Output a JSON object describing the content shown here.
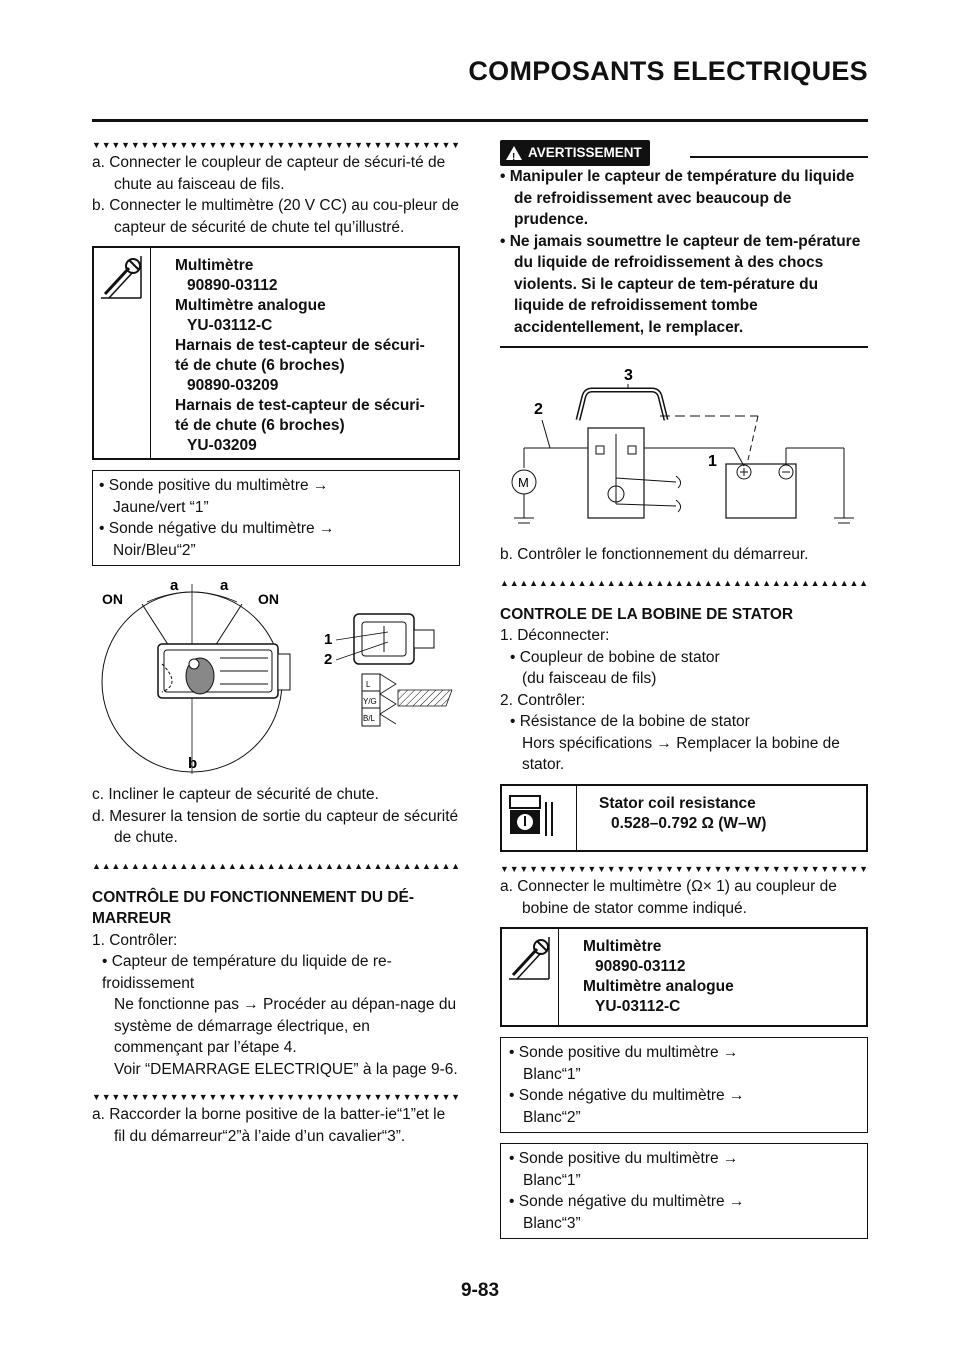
{
  "header": {
    "title": "COMPOSANTS ELECTRIQUES"
  },
  "left": {
    "stepsA": [
      "a. Connecter le coupleur de capteur de sécuri-té de chute au faisceau de fils.",
      "b. Connecter le multimètre (20 V CC) au cou-pleur de capteur de sécurité de chute tel qu’illustré."
    ],
    "tool1": [
      "Multimètre",
      "90890-03112",
      "Multimètre analogue",
      "YU-03112-C",
      "Harnais de test-capteur de sécuri-",
      "té de chute (6 broches)",
      "90890-03209",
      "Harnais de test-capteur de sécuri-",
      "té de chute (6 broches)",
      "YU-03209"
    ],
    "probe1": [
      "• Sonde positive du multimètre →",
      "Jaune/vert “1”",
      "• Sonde négative du multimètre →",
      "Noir/Bleu“2”"
    ],
    "fig1": {
      "on_left": "ON",
      "a_left": "a",
      "a_right": "a",
      "on_right": "ON",
      "b": "b",
      "n1": "1",
      "n2": "2",
      "wire_l": "L",
      "wire_yg": "Y/G",
      "wire_bl": "B/L"
    },
    "stepsB": [
      "c. Incliner le capteur de sécurité de chute.",
      "d. Mesurer la tension de sortie du capteur de sécurité de chute."
    ],
    "section": "CONTRÔLE DU FONCTIONNEMENT DU DÉ-MARREUR",
    "check": [
      "1. Contrôler:",
      "• Capteur de température du liquide de re-froidissement",
      "Ne fonctionne pas → Procéder au dépan-nage du système de démarrage électrique, en commençant par l’étape 4.",
      "Voir “DEMARRAGE ELECTRIQUE” à la page 9-6."
    ],
    "stepA2": "a. Raccorder la borne positive de la batter-ie“1”et le fil du démarreur“2”à l’aide d’un cavalier“3”."
  },
  "right": {
    "warning_label": "AVERTISSEMENT",
    "warning": [
      "• Manipuler le capteur de température du liquide de refroidissement avec beaucoup de prudence.",
      "• Ne jamais soumettre le capteur de tem-pérature du liquide de refroidissement à des chocs violents. Si le capteur de tem-pérature du liquide de refroidissement tombe accidentellement, le remplacer."
    ],
    "fig2": {
      "n3": "3",
      "n2": "2",
      "n1": "1",
      "m": "M"
    },
    "stepB": "b. Contrôler le fonctionnement du démarreur.",
    "section": "CONTROLE DE LA BOBINE DE STATOR",
    "items": [
      "1. Déconnecter:",
      "• Coupleur de bobine de stator",
      "(du faisceau de fils)",
      "2. Contrôler:",
      "• Résistance de la bobine de stator",
      "Hors spécifications → Remplacer la bobine de stator."
    ],
    "spec": [
      "Stator coil resistance",
      "0.528–0.792 Ω (W–W)"
    ],
    "stepA": "a. Connecter le multimètre (Ω× 1) au coupleur de bobine de stator comme indiqué.",
    "tool2": [
      "Multimètre",
      "90890-03112",
      "Multimètre analogue",
      "YU-03112-C"
    ],
    "probe2": [
      "• Sonde positive du multimètre →",
      "Blanc“1”",
      "• Sonde négative du multimètre →",
      "Blanc“2”"
    ],
    "probe3": [
      "• Sonde positive du multimètre →",
      "Blanc“1”",
      "• Sonde négative du multimètre →",
      "Blanc“3”"
    ]
  },
  "footer": {
    "page": "9-83"
  }
}
